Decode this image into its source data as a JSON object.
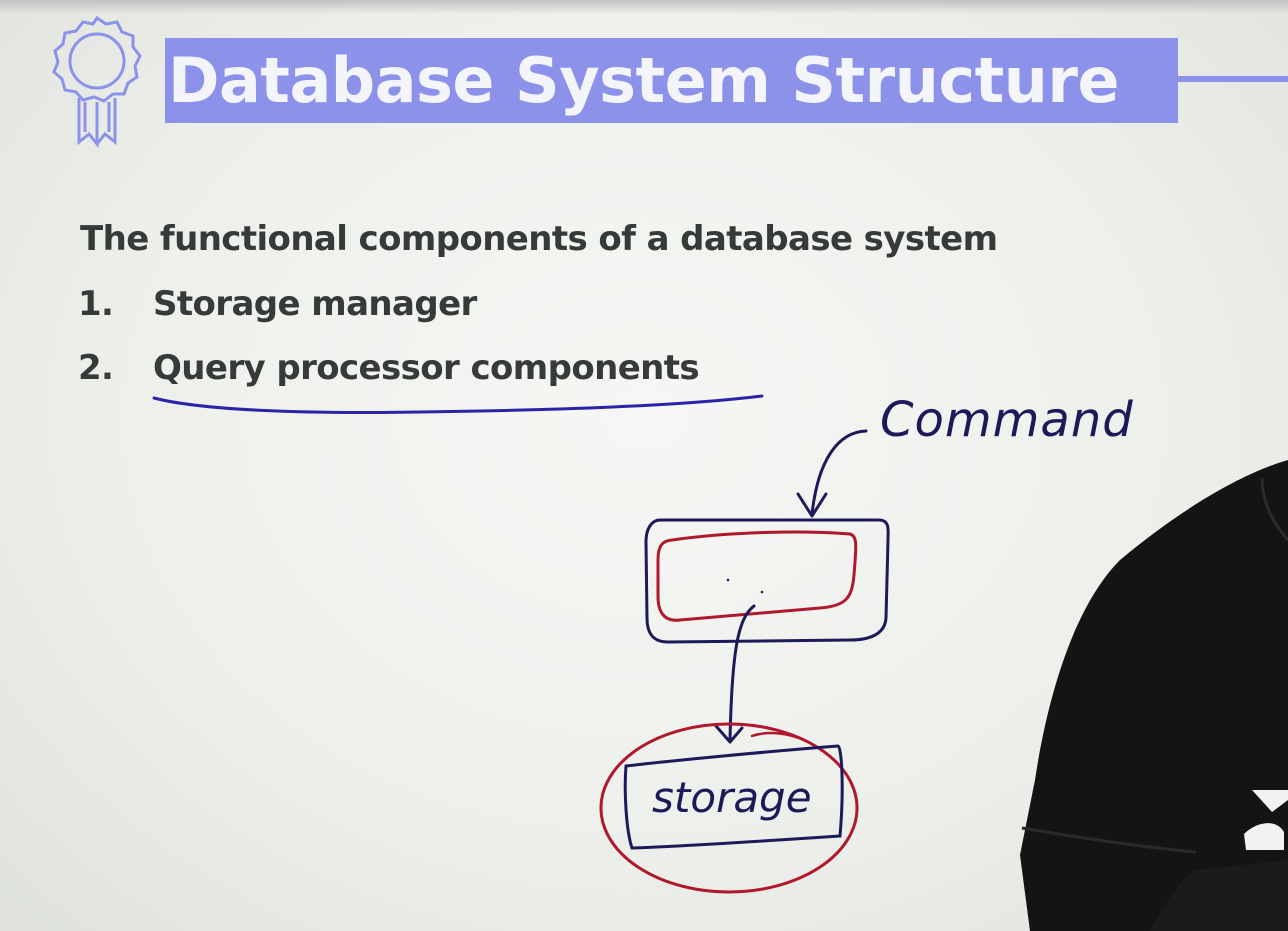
{
  "slide": {
    "title": "Database System Structure",
    "intro": "The functional components of a database system",
    "items": [
      {
        "number": "1.",
        "label": "Storage manager"
      },
      {
        "number": "2.",
        "label": "Query processor components"
      }
    ]
  },
  "sketch": {
    "command_label": "Command",
    "storage_label": "storage"
  },
  "colors": {
    "title_bar": "#8c92e9",
    "title_text": "#f4f5fb",
    "body_text": "#363a38",
    "ink_blue": "#1c1a58",
    "ink_red": "#b0182e",
    "underline": "#2c24a8"
  }
}
